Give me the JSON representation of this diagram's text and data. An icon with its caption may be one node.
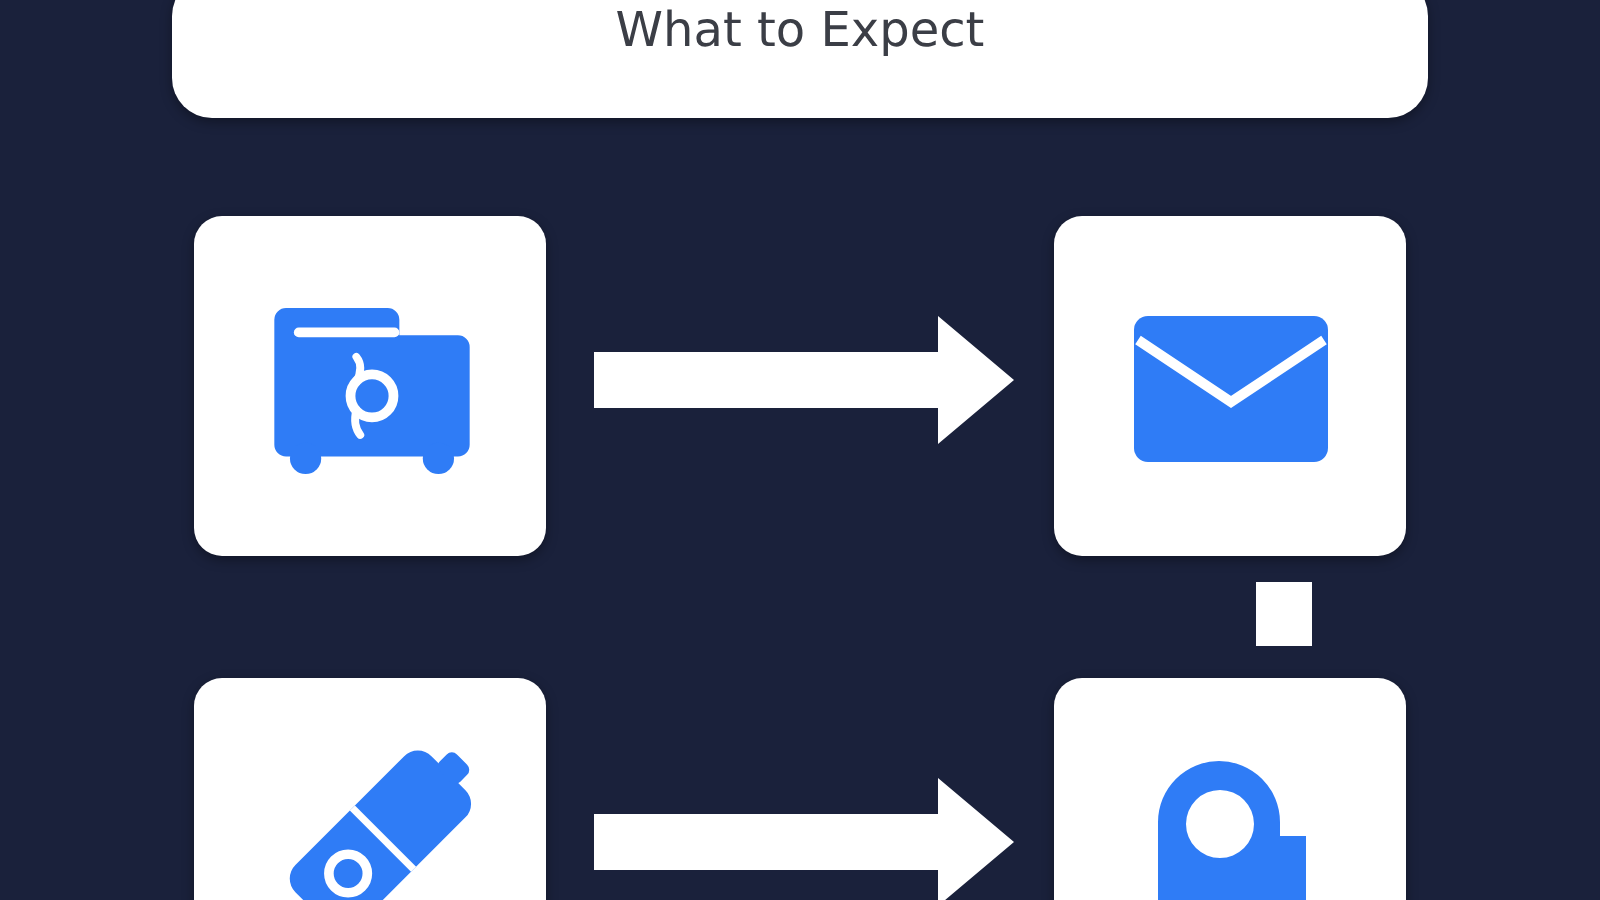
{
  "diagram": {
    "title": "What to Expect",
    "nodes": [
      {
        "text": [],
        "shape": "box"
      },
      {
        "text": [],
        "shape": "box"
      },
      {
        "text": [],
        "shape": "box"
      },
      {
        "text": [],
        "shape": "box"
      }
    ],
    "edges": [
      {
        "from": 0,
        "to": 1,
        "arrow": "to"
      },
      {
        "from": 1,
        "to": 3,
        "arrow": "none"
      },
      {
        "from": 2,
        "to": 3,
        "arrow": "to"
      }
    ]
  }
}
